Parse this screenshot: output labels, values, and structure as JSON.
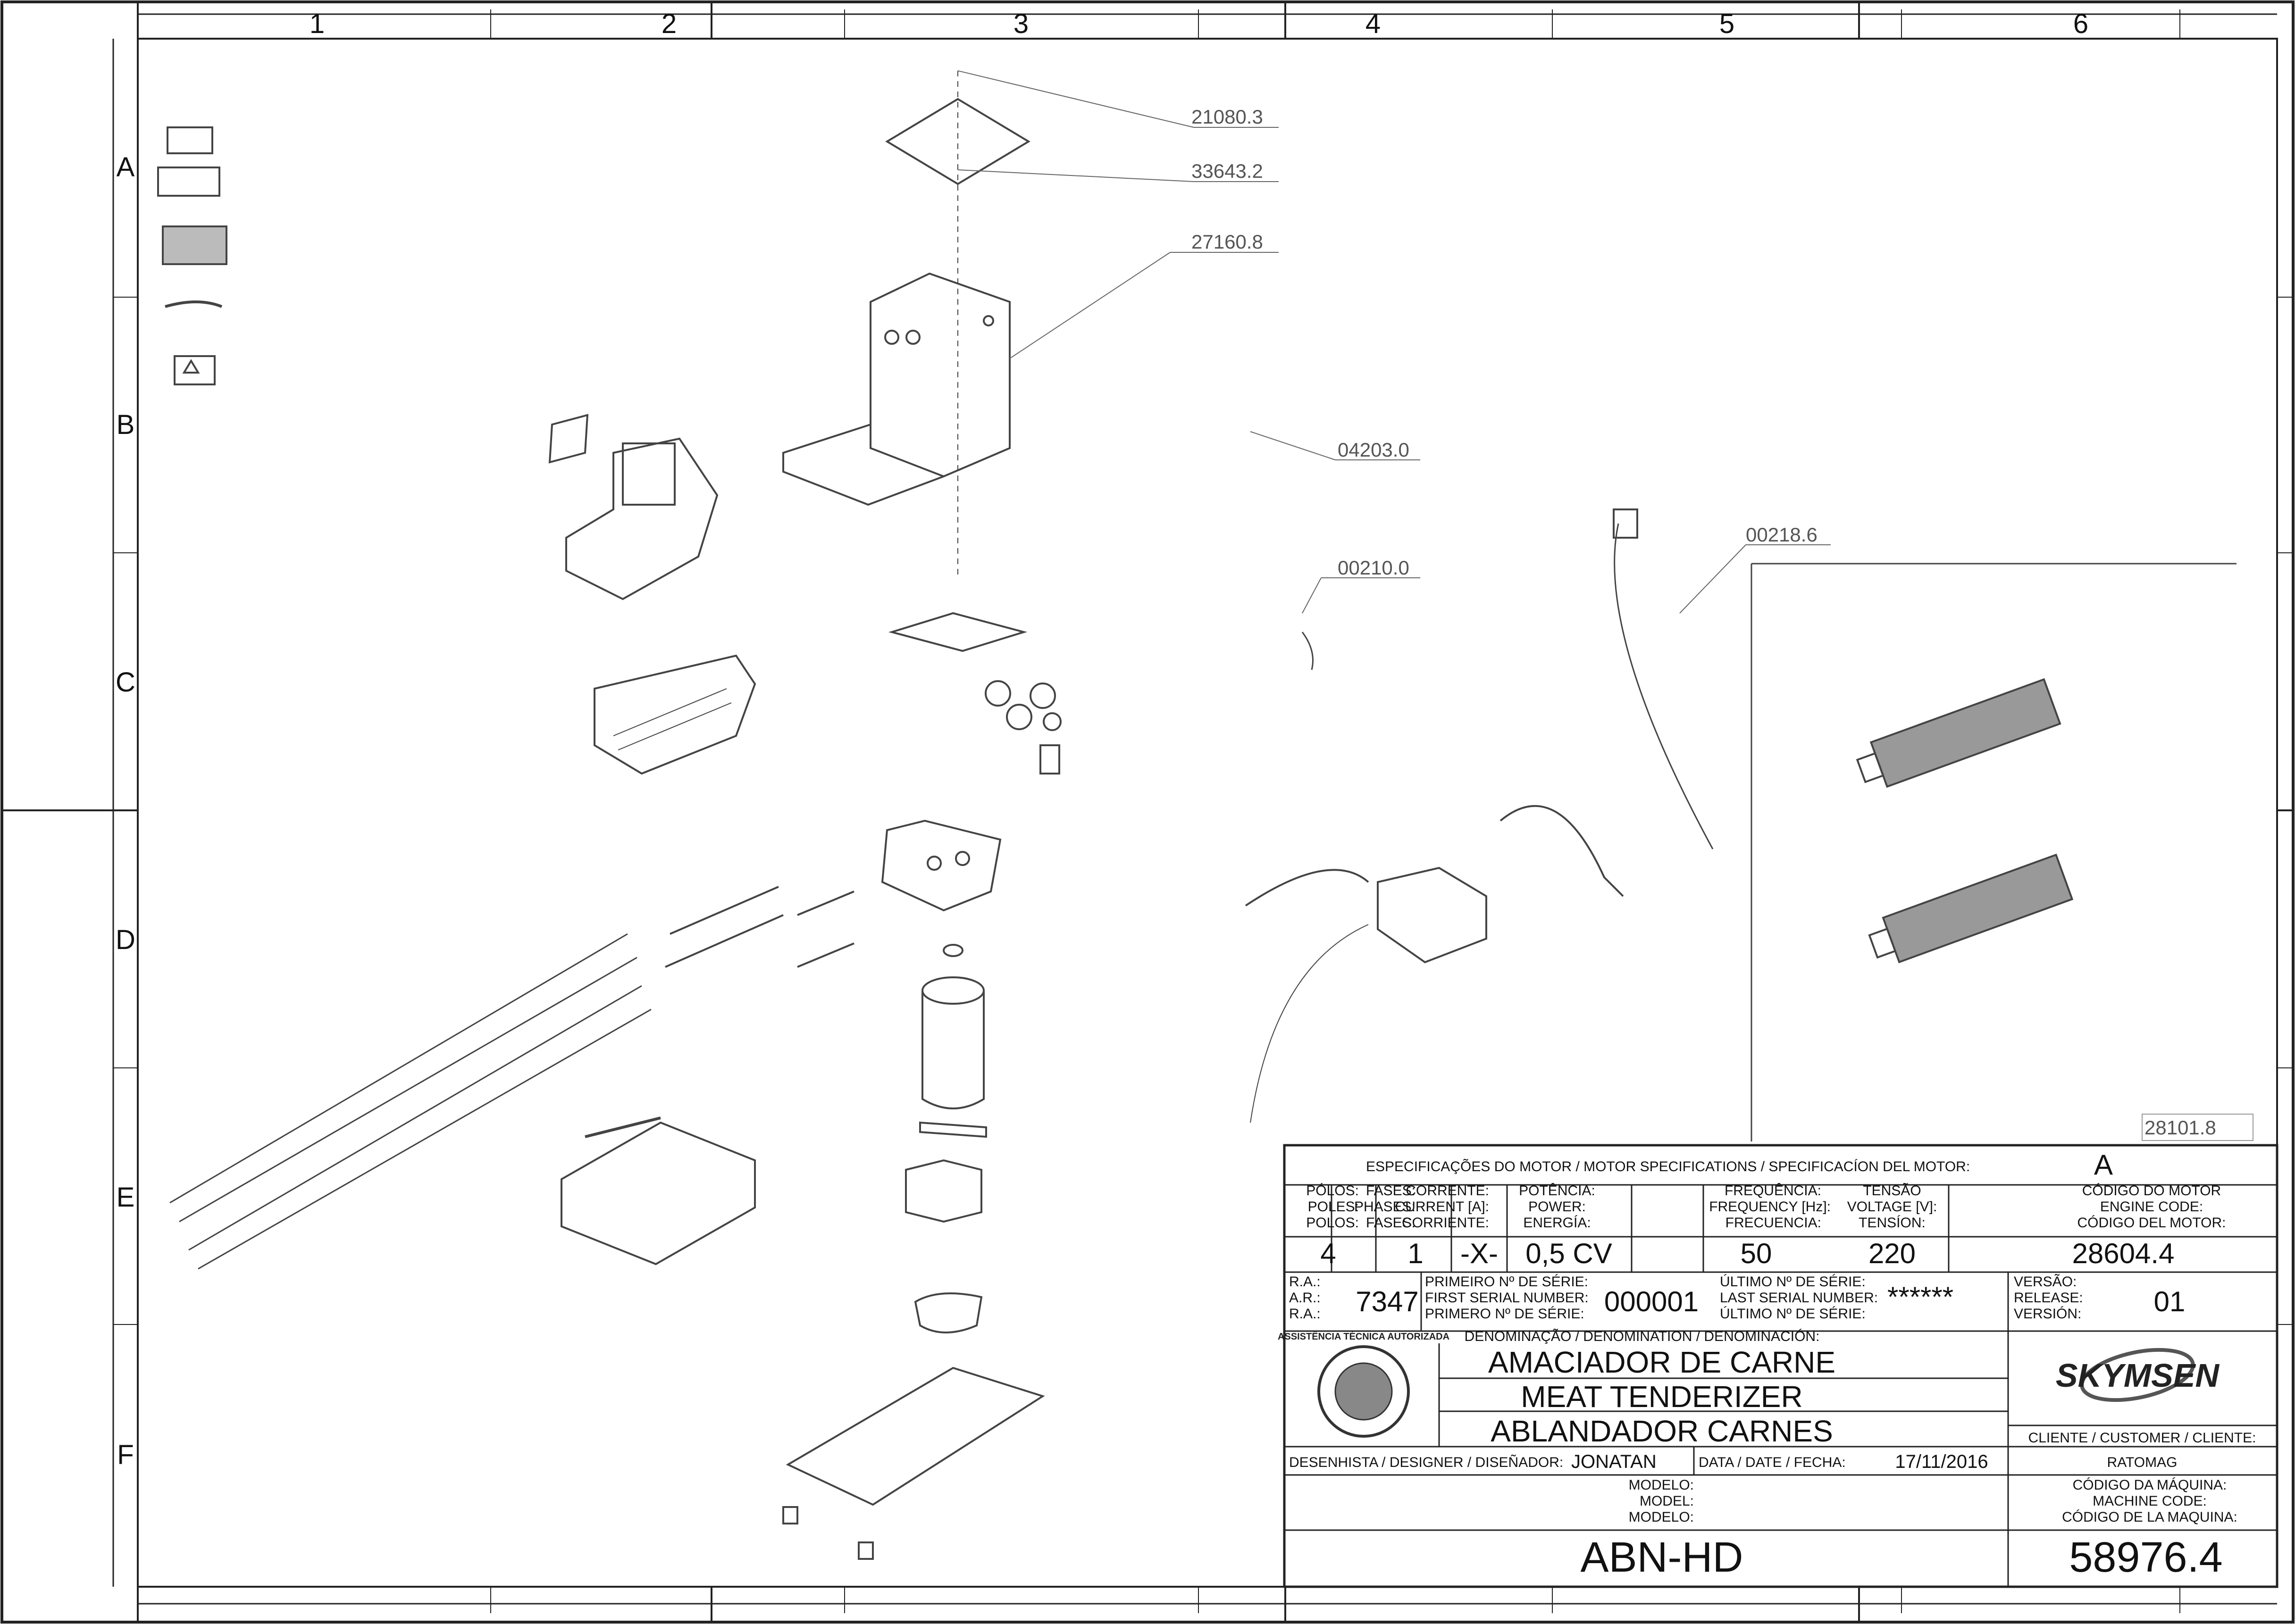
{
  "grid": {
    "columns": [
      "1",
      "2",
      "3",
      "4",
      "5",
      "6"
    ],
    "rows": [
      "A",
      "B",
      "C",
      "D",
      "E",
      "F"
    ]
  },
  "callouts": {
    "c_21080_3": "21080.3",
    "c_33643_2": "33643.2",
    "c_27160_8": "27160.8",
    "c_04203_0": "04203.0",
    "c_00210_0": "00210.0",
    "c_00218_6": "00218.6",
    "c_28101_8": "28101.8"
  },
  "motor_specs": {
    "heading": "ESPECIFICAÇÕES DO MOTOR / MOTOR SPECIFICATIONS / SPECIFICACÍON DEL MOTOR:",
    "revision_letter": "A",
    "col_poles": [
      "PÓLOS:",
      "POLES:",
      "POLOS:"
    ],
    "col_phases": [
      "FASES:",
      "PHASES:",
      "FASES:"
    ],
    "col_current": [
      "CORRENTE:",
      "CURRENT [A]:",
      "CORRIENTE:"
    ],
    "col_power": [
      "POTÊNCIA:",
      "POWER:",
      "ENERGÍA:"
    ],
    "col_frequency": [
      "FREQUÊNCIA:",
      "FREQUENCY [Hz]:",
      "FRECUENCIA:"
    ],
    "col_voltage": [
      "TENSÃO",
      "VOLTAGE [V]:",
      "TENSÍON:"
    ],
    "col_engine_code": [
      "CÓDIGO DO MOTOR",
      "ENGINE CODE:",
      "CÓDIGO DEL MOTOR:"
    ],
    "poles": "4",
    "phases": "1",
    "current": "-X-",
    "power": "0,5 CV",
    "frequency": "50",
    "voltage": "220",
    "engine_code": "28604.4"
  },
  "serials": {
    "ra_labels": [
      "R.A.:",
      "A.R.:",
      "R.A.:"
    ],
    "ra_value": "7347",
    "first_labels": [
      "PRIMEIRO Nº DE SÉRIE:",
      "FIRST SERIAL NUMBER:",
      "PRIMERO Nº DE SÉRIE:"
    ],
    "first_value": "000001",
    "last_labels": [
      "ÚLTIMO Nº DE SÉRIE:",
      "LAST SERIAL NUMBER:",
      "ÚLTIMO Nº DE SÉRIE:"
    ],
    "last_value": "******",
    "version_labels": [
      "VERSÃO:",
      "RELEASE:",
      "VERSIÓN:"
    ],
    "version_value": "01"
  },
  "denomination": {
    "label": "DENOMINAÇÃO / DENOMINATION / DENOMINACIÓN:",
    "pt": "AMACIADOR DE CARNE",
    "en": "MEAT TENDERIZER",
    "es": "ABLANDADOR CARNES"
  },
  "brand": "SKYMSEN",
  "seal_text": "ASSISTÊNCIA TÉCNICA AUTORIZADA",
  "designer": {
    "label": "DESENHISTA / DESIGNER / DISEÑADOR:",
    "name": "JONATAN",
    "date_label": "DATA / DATE / FECHA:",
    "date": "17/11/2016"
  },
  "customer": {
    "label": "CLIENTE / CUSTOMER / CLIENTE:",
    "name": "RATOMAG"
  },
  "model": {
    "labels": [
      "MODELO:",
      "MODEL:",
      "MODELO:"
    ],
    "value": "ABN-HD"
  },
  "machine_code": {
    "labels": [
      "CÓDIGO DA MÁQUINA:",
      "MACHINE CODE:",
      "CÓDIGO DE LA MAQUINA:"
    ],
    "value": "58976.4"
  }
}
